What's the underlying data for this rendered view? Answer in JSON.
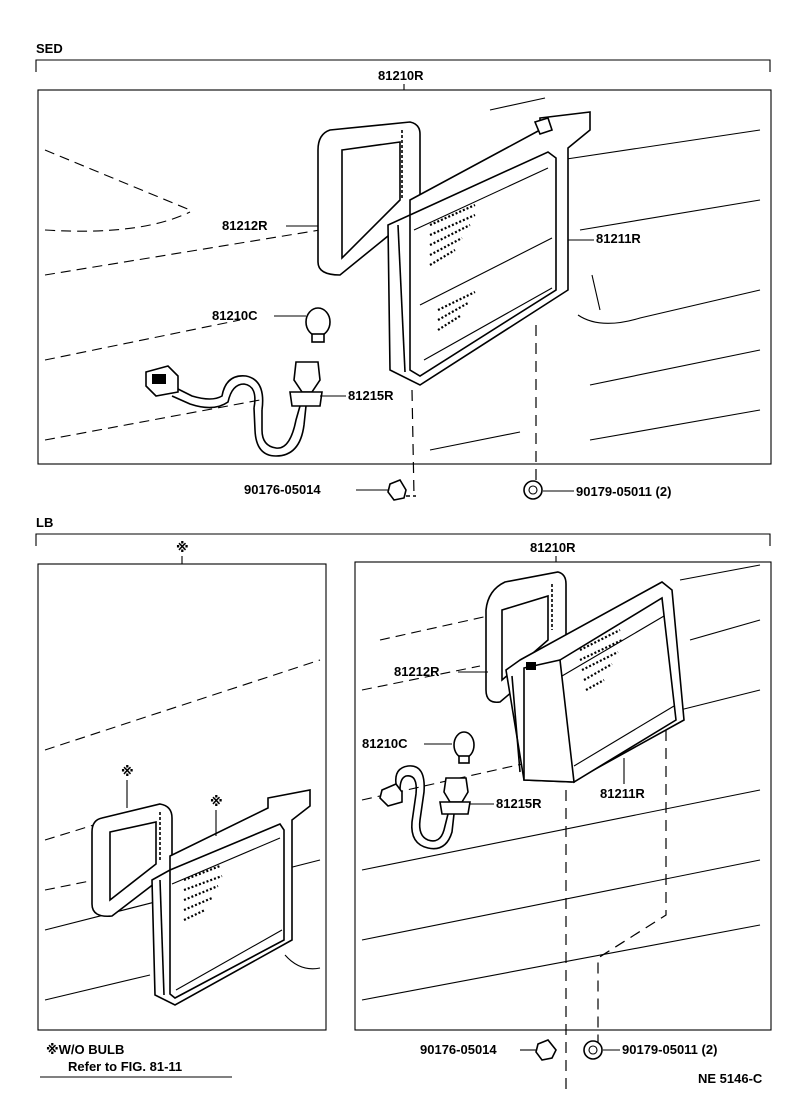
{
  "sections": {
    "sed": {
      "title": "SED"
    },
    "lb": {
      "title": "LB"
    }
  },
  "sed_labels": {
    "assembly": "81210R",
    "gasket": "81212R",
    "bulb": "81210C",
    "socket": "81215R",
    "lens": "81211R",
    "screw": "90176-05014",
    "nut": "90179-05011 (2)"
  },
  "lb_labels": {
    "assembly": "81210R",
    "wo_bulb_mark": "※",
    "gasket": "81212R",
    "bulb": "81210C",
    "socket": "81215R",
    "lens": "81211R",
    "screw": "90176-05014",
    "nut": "90179-05011 (2)"
  },
  "footnote": {
    "mark_text": "※W/O BULB",
    "refer": "Refer to FIG. 81-11"
  },
  "figure_id": "NE 5146-C"
}
